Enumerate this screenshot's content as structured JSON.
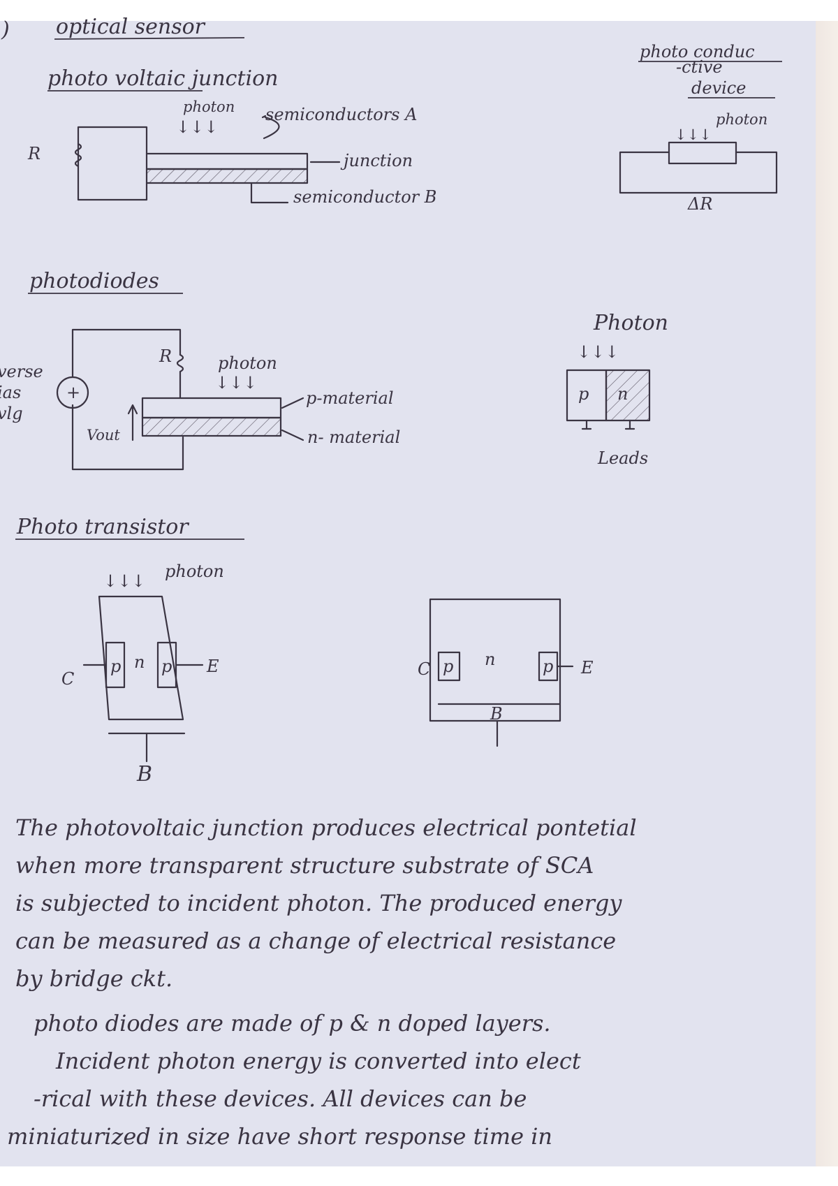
{
  "sections": {
    "top_title": {
      "marker": ")",
      "text": "optical sensor"
    },
    "photovoltaic": {
      "title": "photo voltaic junction",
      "photon": "photon",
      "arrows": "↓↓↓",
      "r": "R",
      "semi_a": "semiconductors A",
      "junction": "junction",
      "semi_b": "semiconductor B"
    },
    "photoconductive": {
      "title_line1": "photo conduc",
      "title_line2": "-ctive",
      "title_line3": "device",
      "photon": "photon",
      "arrows": "↓↓↓",
      "delta_r": "ΔR"
    },
    "photodiodes": {
      "title": "photodiodes",
      "r": "R",
      "photon": "photon",
      "arrows": "↓↓↓",
      "p_material": "p-material",
      "n_material": "n- material",
      "reverse_bias_1": "verse",
      "reverse_bias_2": "ias",
      "reverse_bias_3": "vlg",
      "vout": "Vout",
      "source_symbol": "+",
      "side_photon": "Photon",
      "side_arrows": "↓↓↓",
      "side_p": "p",
      "side_n": "n",
      "leads": "Leads"
    },
    "phototransistor": {
      "title": "Photo transistor",
      "arrows": "↓↓↓",
      "photon": "photon",
      "c": "C",
      "p1": "p",
      "n": "n",
      "p2": "p",
      "e": "E",
      "b": "B",
      "c2": "C",
      "p3": "p",
      "n2": "n",
      "p4": "p",
      "e2": "E",
      "b2": "B"
    }
  },
  "paragraphs": [
    "The photovoltaic junction produces electrical pontetial",
    "when more transparent structure substrate of SCA",
    "is subjected to incident photon. The produced energy",
    "can be measured as a change of electrical resistance",
    "by bridge ckt.",
    "photo diodes are made of p & n doped layers.",
    "Incident photon energy is converted into elect",
    "-rical with these devices. All devices can be",
    "miniaturized in size have short response time in"
  ]
}
